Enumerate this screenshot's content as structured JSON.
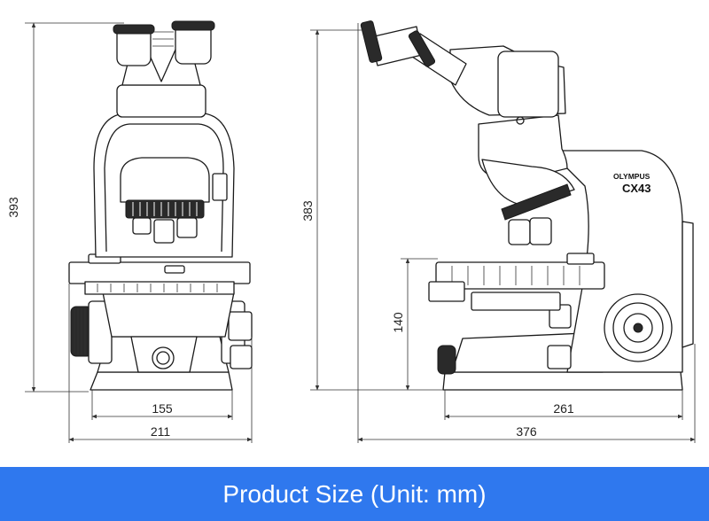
{
  "banner": {
    "title": "Product Size (Unit: mm)"
  },
  "brand": {
    "maker": "OLYMPUS",
    "model": "CX43"
  },
  "dimensions": {
    "front_height": "393",
    "front_base_width": "155",
    "front_total_width": "211",
    "side_height": "383",
    "side_stage_height": "140",
    "side_base_depth": "261",
    "side_total_depth": "376"
  },
  "colors": {
    "banner": "#2f78ee",
    "line": "#1a1a1a",
    "background": "#ffffff"
  }
}
